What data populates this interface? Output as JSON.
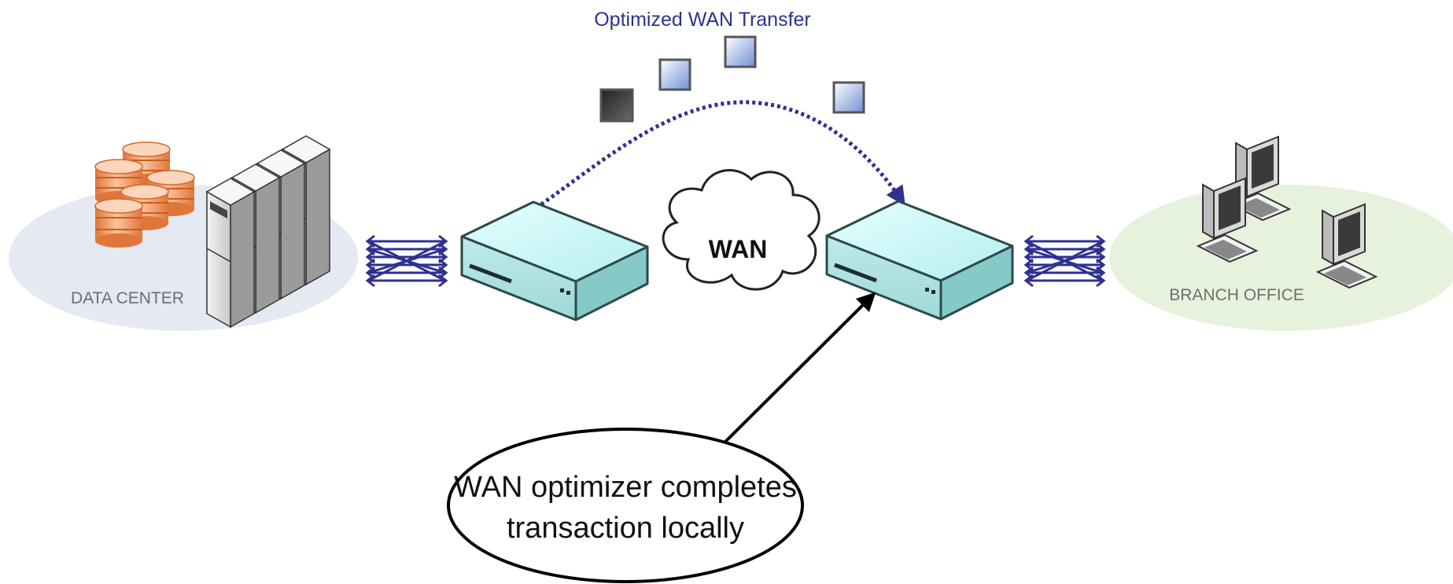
{
  "diagram": {
    "title": "Optimized WAN Transfer",
    "data_center_label": "DATA CENTER",
    "branch_office_label": "BRANCH OFFICE",
    "cloud_label": "WAN",
    "callout_line1": "WAN optimizer completes",
    "callout_line2": "transaction locally"
  },
  "colors": {
    "title": "#2e3192",
    "arrows": "#2e3192",
    "data_center_area": "#e4e9f2",
    "branch_office_area": "#e6f2dc",
    "appliance": "#c8f4f4",
    "database": "#f0955a"
  }
}
